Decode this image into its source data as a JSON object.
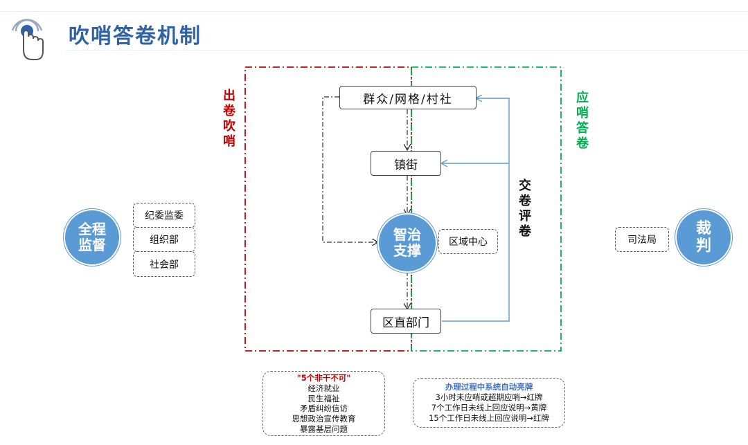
{
  "header": {
    "title": "吹哨答卷机制",
    "icon": "pointer-hand-icon"
  },
  "labels": {
    "left_section": "出卷吹哨",
    "right_section": "应哨答卷",
    "feedback": "交卷评卷"
  },
  "nodes": {
    "masses": "群众/网格/村社",
    "town": "镇街",
    "support_line1": "智治",
    "support_line2": "支撑",
    "regional_center": "区域中心",
    "district_dept": "区直部门"
  },
  "supervision": {
    "circle_line1": "全程",
    "circle_line2": "监督",
    "items": [
      "纪委监委",
      "组织部",
      "社会部"
    ]
  },
  "judgment": {
    "circle_line1": "裁",
    "circle_line2": "判",
    "item": "司法局"
  },
  "note_left": {
    "title": "\"5个非干不可\"",
    "items": [
      "经济就业",
      "民生福祉",
      "矛盾纠纷信访",
      "思想政治宣传教育",
      "暴露基层问题"
    ]
  },
  "note_right": {
    "title": "办理过程中系统自动亮牌",
    "items": [
      "3小时未应哨或超期应哨→红牌",
      "7个工作日未线上回应说明→黄牌",
      "15个工作日未线上回应说明→红牌"
    ]
  },
  "colors": {
    "accent_blue": "#2e63a8",
    "circle_blue": "#5b9bd5",
    "red": "#c00000",
    "green": "#00b050",
    "note_title_red": "#c00000",
    "note_title_blue": "#4472c4"
  }
}
